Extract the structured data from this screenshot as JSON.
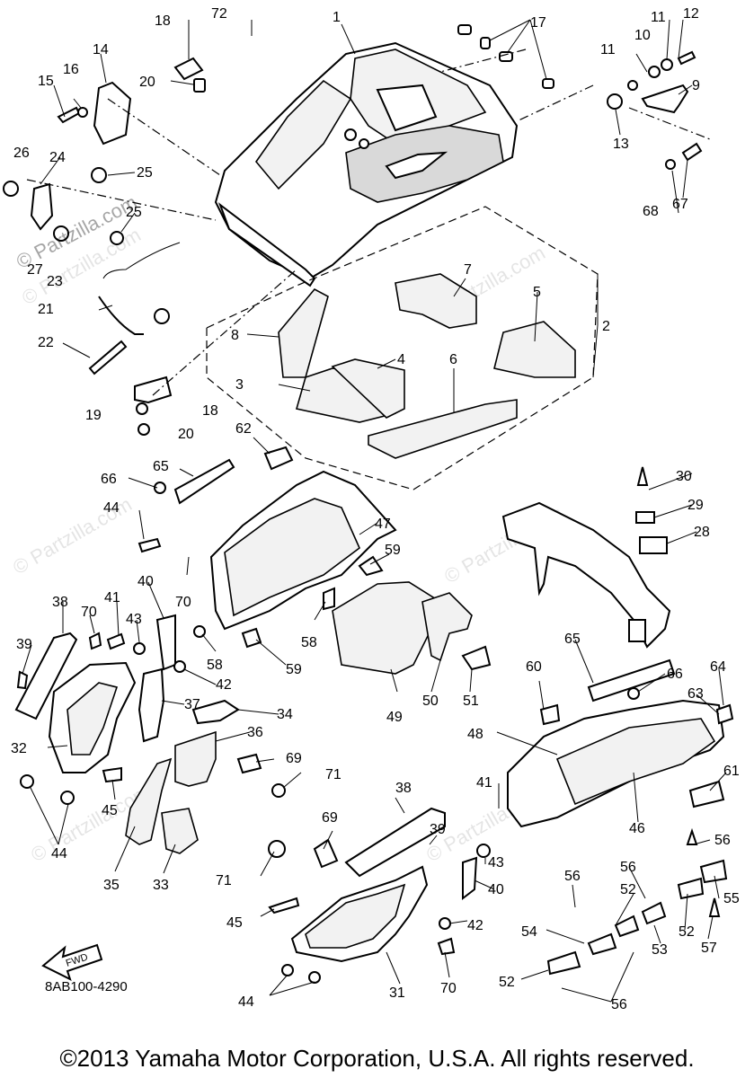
{
  "diagram": {
    "code": "8AB100-4290",
    "fwd_label": "FWD",
    "copyright": "©2013 Yamaha Motor Corporation, U.S.A. All rights reserved.",
    "watermark": "© Partzilla.com",
    "callout_numbers": [
      "1",
      "2",
      "3",
      "4",
      "5",
      "6",
      "7",
      "8",
      "9",
      "10",
      "11",
      "12",
      "13",
      "14",
      "15",
      "16",
      "17",
      "18",
      "19",
      "20",
      "21",
      "22",
      "23",
      "24",
      "25",
      "26",
      "27",
      "28",
      "29",
      "30",
      "31",
      "32",
      "33",
      "34",
      "35",
      "36",
      "37",
      "38",
      "39",
      "40",
      "41",
      "42",
      "43",
      "44",
      "45",
      "46",
      "47",
      "48",
      "49",
      "50",
      "51",
      "52",
      "53",
      "54",
      "55",
      "56",
      "57",
      "58",
      "59",
      "60",
      "61",
      "62",
      "63",
      "64",
      "65",
      "66",
      "67",
      "68",
      "69",
      "70",
      "71",
      "72"
    ]
  }
}
